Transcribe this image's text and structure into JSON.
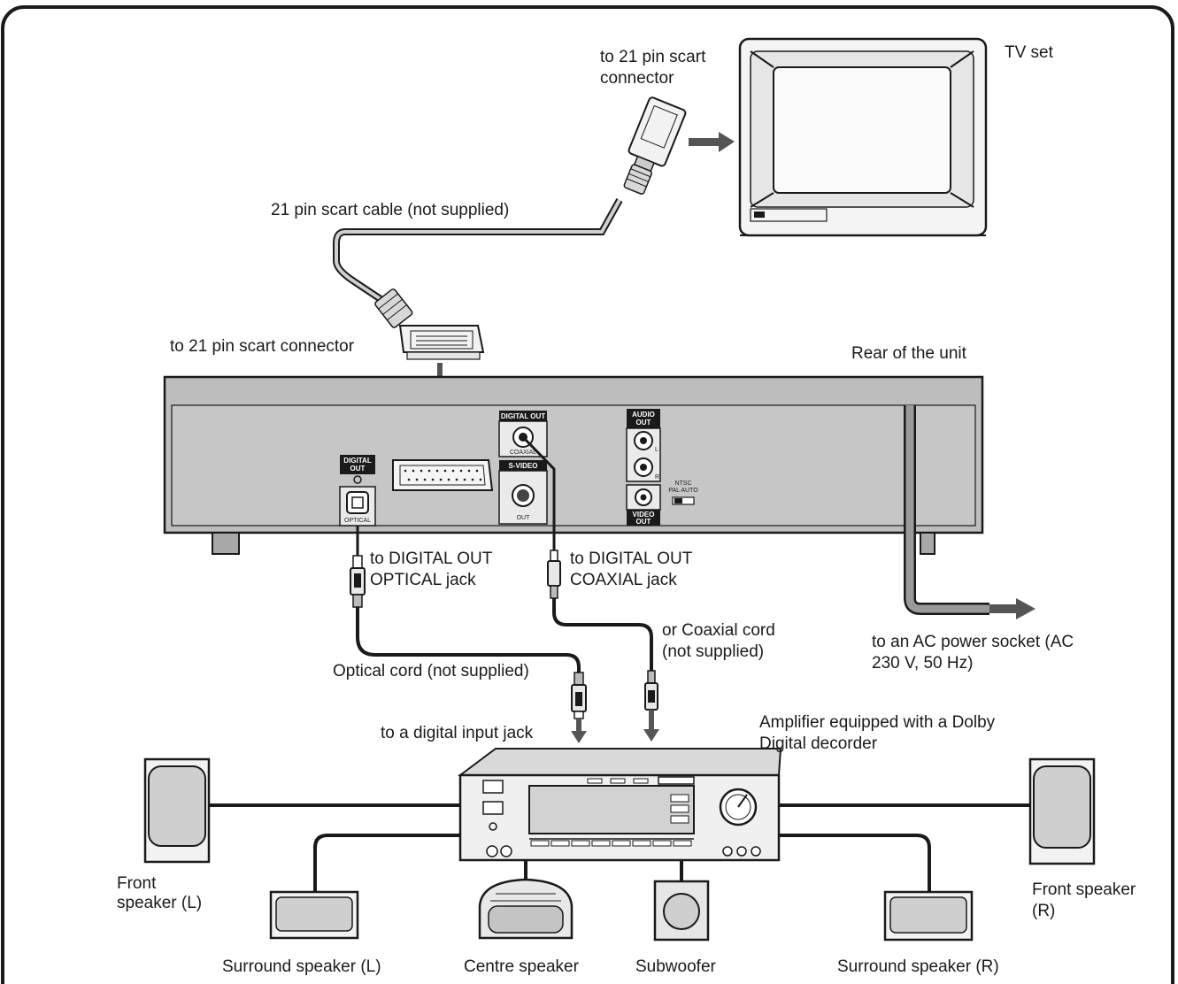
{
  "labels": {
    "tv_scart_connector": [
      "to 21 pin scart",
      "connector"
    ],
    "tv_set": "TV set",
    "scart_cable": "21 pin scart cable (not supplied)",
    "unit_scart_connector": "to 21 pin scart connector",
    "rear_of_unit": "Rear of the unit",
    "digital_out_optical": [
      "to DIGITAL OUT",
      "OPTICAL jack"
    ],
    "digital_out_coaxial": [
      "to DIGITAL OUT",
      "COAXIAL jack"
    ],
    "coaxial_cord": [
      "or Coaxial cord",
      "(not supplied)"
    ],
    "ac_power": [
      "to an AC power socket  (AC",
      "230 V, 50 Hz)"
    ],
    "optical_cord": "Optical cord (not supplied)",
    "digital_input": "to a digital input jack",
    "amplifier": [
      "Amplifier equipped with a Dolby",
      "Digital decorder"
    ],
    "front_speaker_l": [
      "Front",
      "speaker (L)"
    ],
    "front_speaker_r": [
      "Front speaker",
      "(R)"
    ],
    "surround_speaker_l": "Surround speaker (L)",
    "centre_speaker": "Centre speaker",
    "subwoofer": "Subwoofer",
    "surround_speaker_r": "Surround speaker (R)"
  },
  "panel_text": {
    "digital_out": [
      "DIGITAL",
      "OUT"
    ],
    "optical": "OPTICAL",
    "digital_out_coax": "DIGITAL OUT",
    "coaxial": "COAXIAL",
    "s_video": "S-VIDEO",
    "s_video_out": "OUT",
    "audio_out": [
      "AUDIO",
      "OUT"
    ],
    "audio_l": "L",
    "audio_r": "R",
    "video_out": [
      "VIDEO",
      "OUT"
    ],
    "ntsc_switch": [
      "NTSC",
      "PAL AUTO"
    ]
  }
}
